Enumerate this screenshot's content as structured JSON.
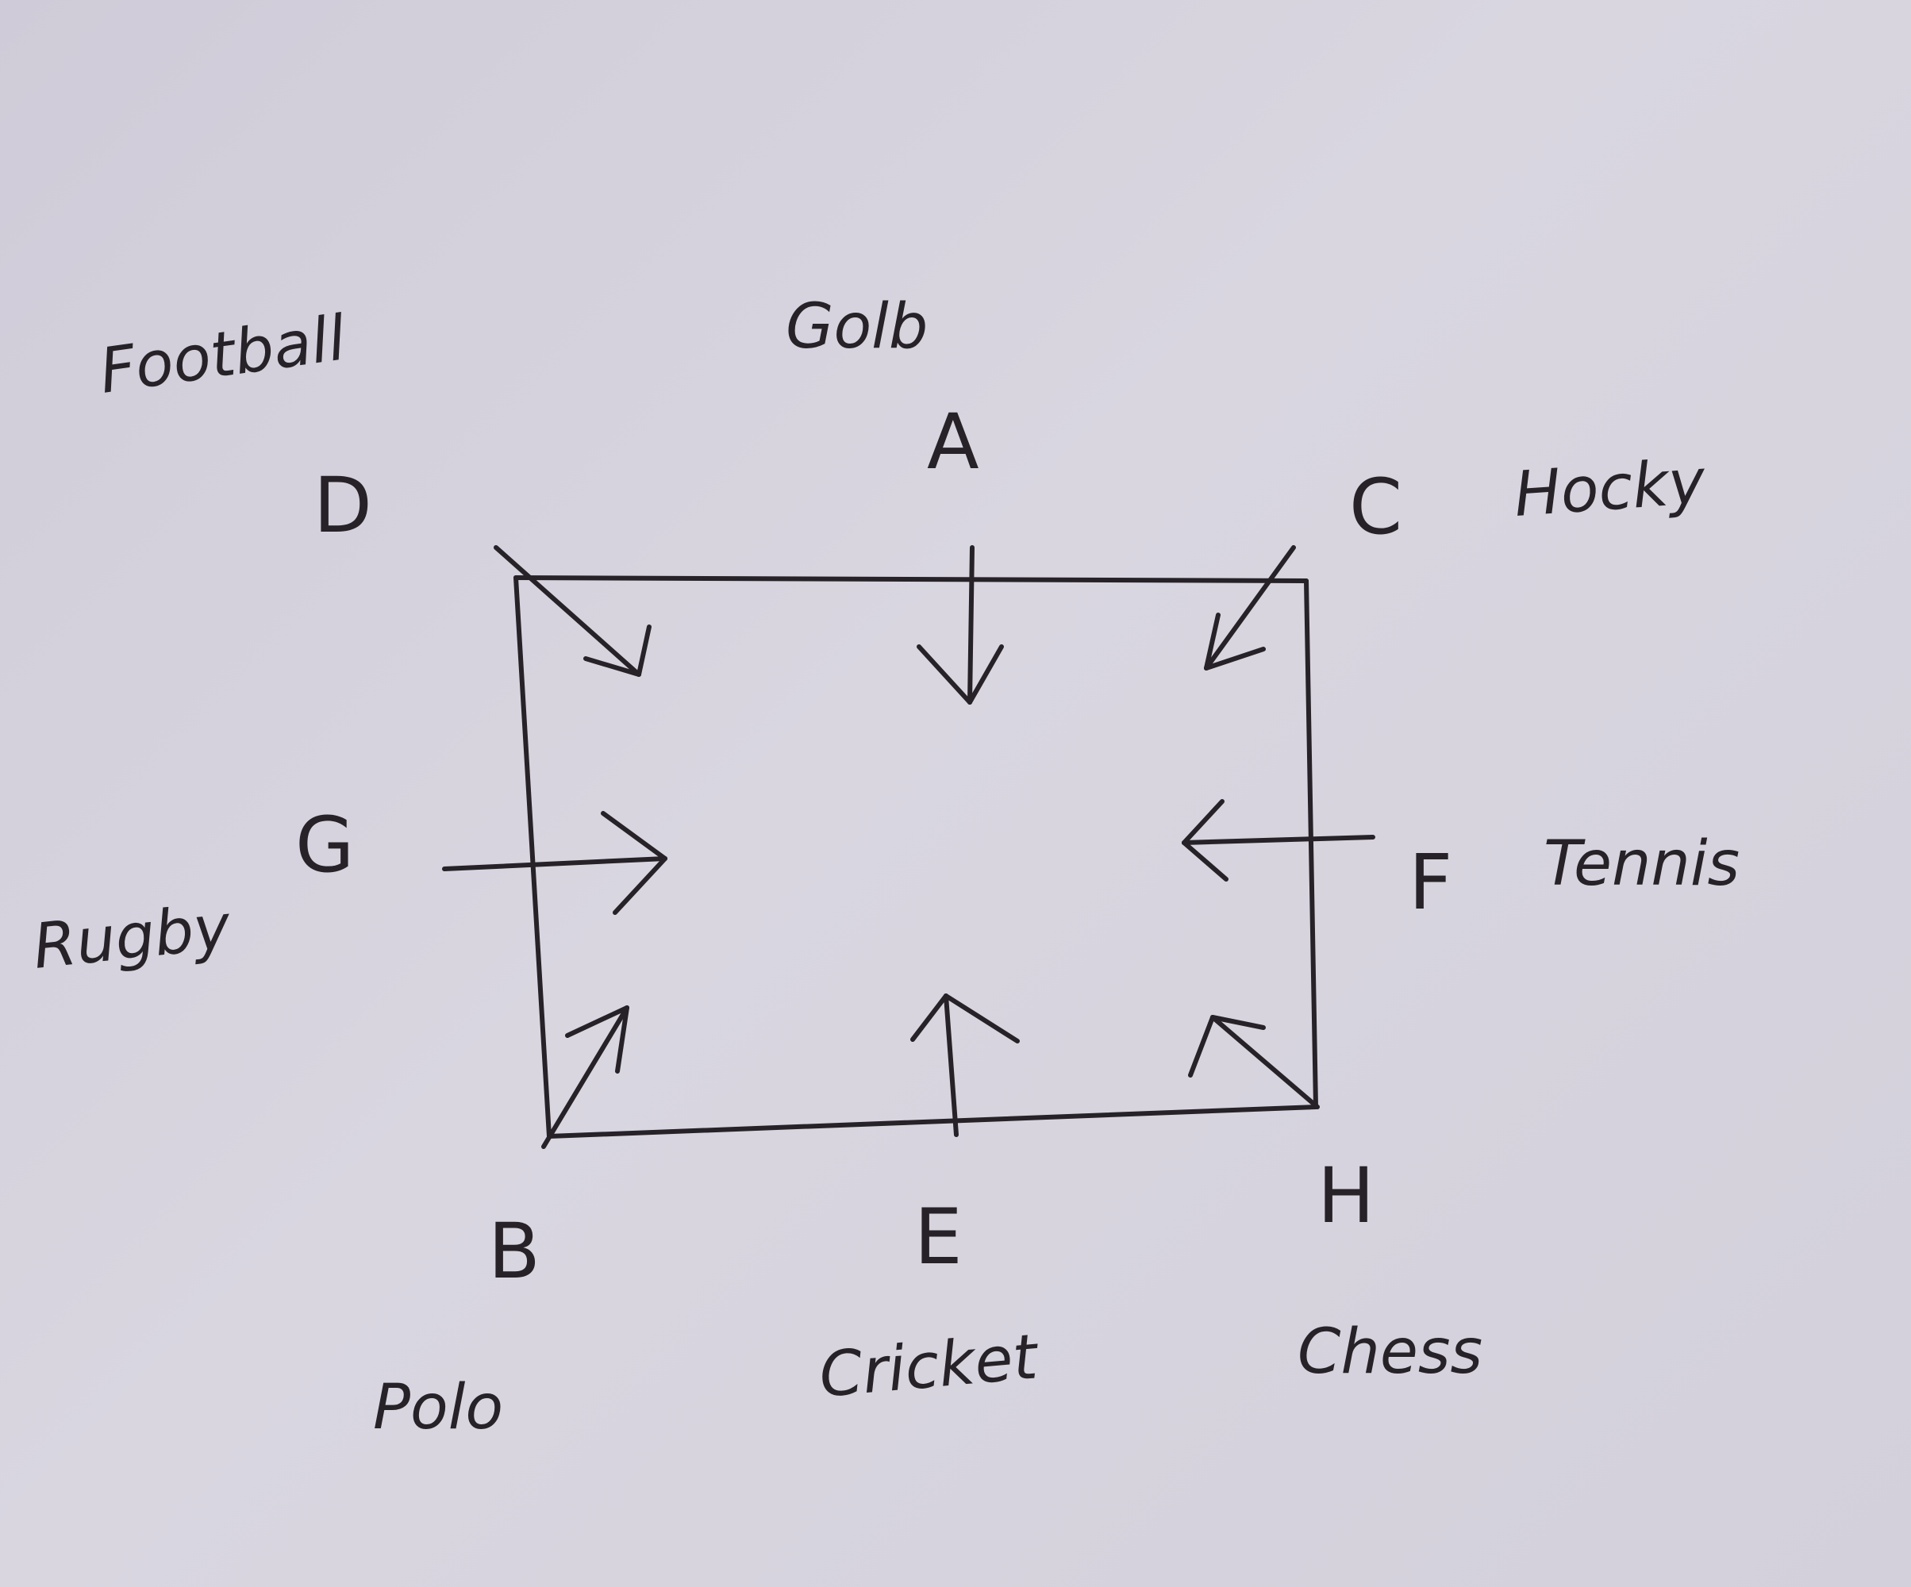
{
  "nodes": [
    {
      "id": "A",
      "sport": "Golb"
    },
    {
      "id": "B",
      "sport": "Polo"
    },
    {
      "id": "C",
      "sport": "Hocky"
    },
    {
      "id": "D",
      "sport": "Football"
    },
    {
      "id": "E",
      "sport": "Cricket"
    },
    {
      "id": "F",
      "sport": "Tennis"
    },
    {
      "id": "G",
      "sport": "Rugby"
    },
    {
      "id": "H",
      "sport": "Chess"
    }
  ],
  "ink_color": "#262228",
  "paper_color": "#d5d2dc"
}
